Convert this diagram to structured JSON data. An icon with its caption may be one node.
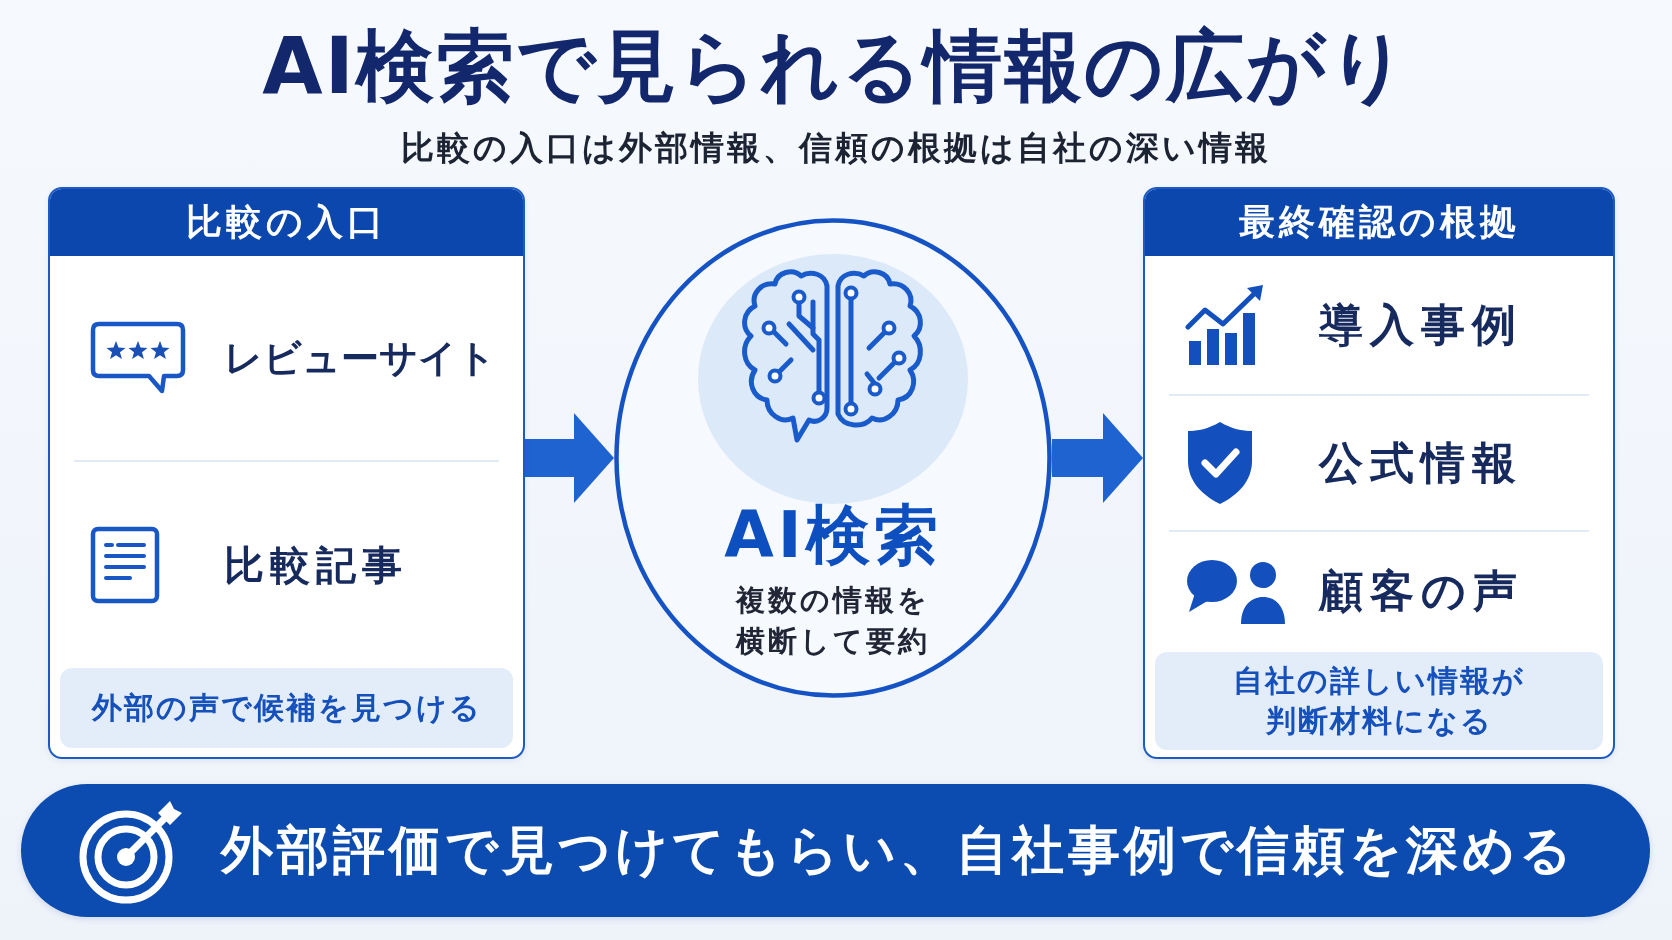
{
  "diagram": {
    "title": "AI検索で見られる情報の広がり",
    "nodes": [
      {
        "text": [
          "比較の入口"
        ]
      },
      {
        "text": [
          "レビューサイト"
        ],
        "in": 0
      },
      {
        "text": [
          "比較記事"
        ],
        "in": 0
      },
      {
        "text": [
          "外部の声で候補を見つける"
        ],
        "in": 0
      },
      {
        "text": [
          "AI検索",
          "複数の情報を横断して要約"
        ]
      },
      {
        "text": [
          "最終確認の根拠"
        ]
      },
      {
        "text": [
          "導入事例"
        ],
        "in": 5
      },
      {
        "text": [
          "公式情報"
        ],
        "in": 5
      },
      {
        "text": [
          "顧客の声"
        ],
        "in": 5
      },
      {
        "text": [
          "自社の詳しい情報が判断材料になる"
        ],
        "in": 5
      },
      {
        "text": [
          "外部評価で見つけてもらい、自社事例で信頼を深める"
        ]
      }
    ],
    "edges": [
      {
        "from": 0,
        "to": 4,
        "arrow": "to"
      },
      {
        "from": 4,
        "to": 5,
        "arrow": "to"
      }
    ],
    "labels": [
      "比較の入口は外部情報、信頼の根拠は自社の深い情報"
    ]
  }
}
